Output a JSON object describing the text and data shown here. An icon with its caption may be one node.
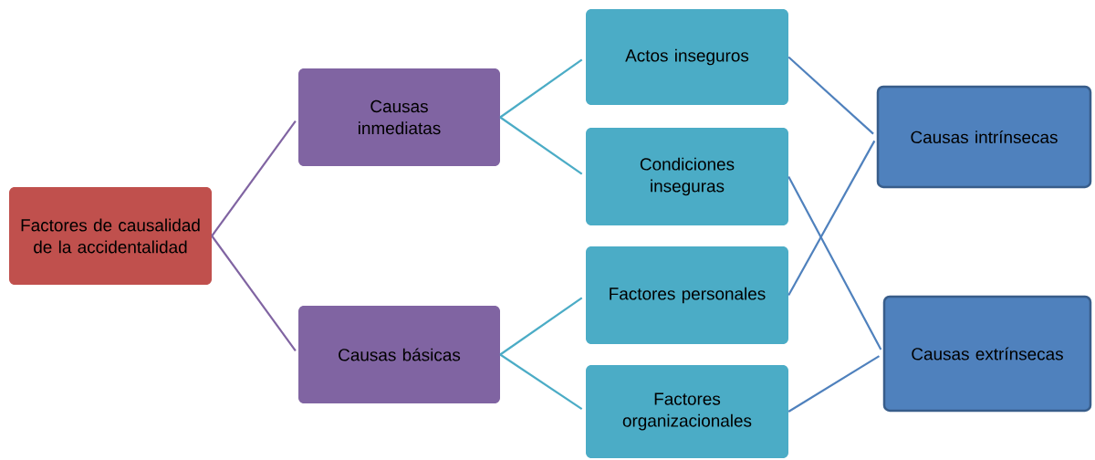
{
  "diagram": {
    "nodes": [
      {
        "text": [
          "Factores de causalidad de la accidentalidad"
        ]
      },
      {
        "text": [
          "Causas inmediatas"
        ]
      },
      {
        "text": [
          "Causas básicas"
        ]
      },
      {
        "text": [
          "Actos inseguros"
        ]
      },
      {
        "text": [
          "Condiciones inseguras"
        ]
      },
      {
        "text": [
          "Factores personales"
        ]
      },
      {
        "text": [
          "Factores organizacionales"
        ]
      },
      {
        "text": [
          "Causas intrínsecas"
        ]
      },
      {
        "text": [
          "Causas extrínsecas"
        ]
      }
    ],
    "edges": [
      {
        "from": 0,
        "to": 1,
        "arrow": "none",
        "color": "#8064a2"
      },
      {
        "from": 0,
        "to": 2,
        "arrow": "none",
        "color": "#8064a2"
      },
      {
        "from": 1,
        "to": 3,
        "arrow": "none",
        "color": "#4bacc6"
      },
      {
        "from": 1,
        "to": 4,
        "arrow": "none",
        "color": "#4bacc6"
      },
      {
        "from": 2,
        "to": 5,
        "arrow": "none",
        "color": "#4bacc6"
      },
      {
        "from": 2,
        "to": 6,
        "arrow": "none",
        "color": "#4bacc6"
      },
      {
        "from": 3,
        "to": 7,
        "arrow": "none",
        "color": "#4f81bd"
      },
      {
        "from": 4,
        "to": 8,
        "arrow": "none",
        "color": "#4f81bd"
      },
      {
        "from": 5,
        "to": 7,
        "arrow": "none",
        "color": "#4f81bd"
      },
      {
        "from": 6,
        "to": 8,
        "arrow": "none",
        "color": "#4f81bd"
      }
    ]
  }
}
